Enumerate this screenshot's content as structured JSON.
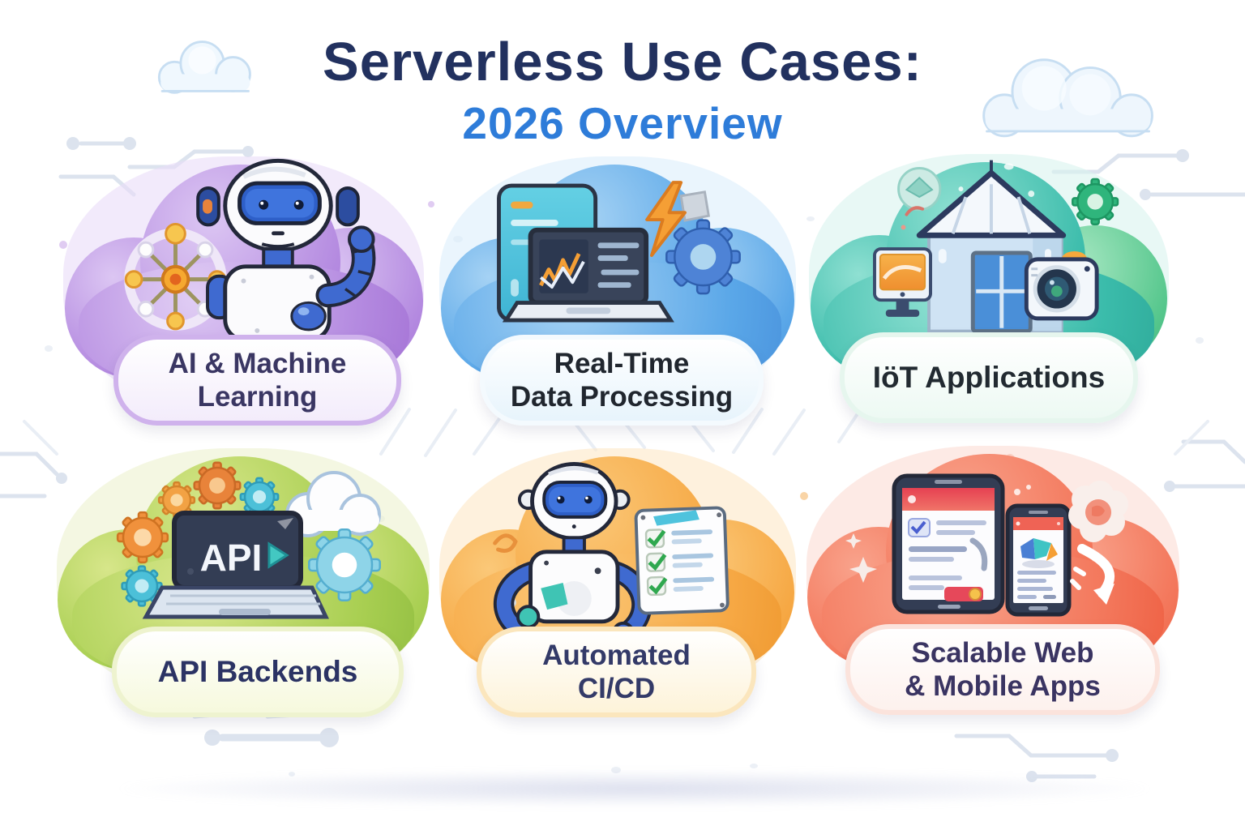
{
  "title": {
    "line1": "Serverless Use Cases:",
    "line2": "2026 Overview"
  },
  "cards": [
    {
      "id": "ai-machine-learning",
      "label_lines": [
        "AI & Machine",
        "Learning"
      ],
      "cloud_color": "#b48ae0",
      "icons": [
        "robot-icon",
        "neural-network-icon"
      ]
    },
    {
      "id": "real-time-data-processing",
      "label_lines": [
        "Real-Time",
        "Data Processing"
      ],
      "cloud_color": "#5aa7e8",
      "icons": [
        "laptop-chart-icon",
        "lightning-icon",
        "gear-icon",
        "data-panel-icon"
      ]
    },
    {
      "id": "iot-applications",
      "label_lines": [
        "IöT Applications"
      ],
      "cloud_color": "#3bbcab",
      "icons": [
        "smart-home-icon",
        "monitor-icon",
        "camera-icon",
        "gear-icon",
        "badge-icon"
      ]
    },
    {
      "id": "api-backends",
      "label_lines": [
        "API Backends"
      ],
      "screen_text": "API",
      "cloud_color": "#a9cf52",
      "icons": [
        "laptop-api-icon",
        "gear-icon",
        "cloud-icon"
      ]
    },
    {
      "id": "automated-ci-cd",
      "label_lines": [
        "Automated",
        "CI/CD"
      ],
      "cloud_color": "#f6a844",
      "icons": [
        "robot-icon",
        "checklist-icon"
      ]
    },
    {
      "id": "scalable-web-mobile-apps",
      "label_lines": [
        "Scalable Web",
        "& Mobile Apps"
      ],
      "cloud_color": "#f3765a",
      "icons": [
        "tablet-icon",
        "smartphone-icon",
        "flower-badge-icon",
        "swoosh-arrow-icon"
      ]
    }
  ],
  "palette": {
    "title_primary": "#22315f",
    "title_accent": "#2e7cd9",
    "background": "#ffffff",
    "circuit": "#dce3ee"
  },
  "decorations": {
    "top_left": "cloud-icon",
    "top_right": "cloud-icon",
    "background_pattern": "circuit-traces",
    "floor_shadow": true
  }
}
